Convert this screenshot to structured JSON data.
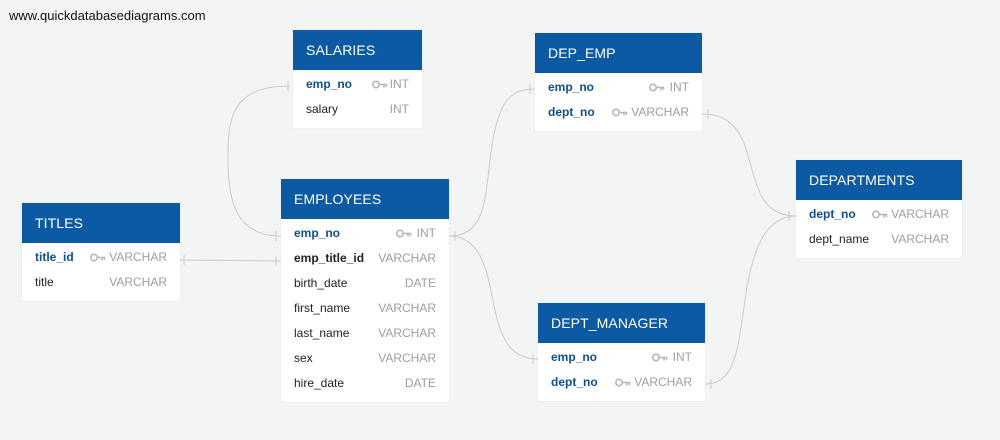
{
  "watermark": "www.quickdatabasediagrams.com",
  "tables": {
    "salaries": {
      "title": "SALARIES",
      "fields": [
        {
          "name": "emp_no",
          "type": "INT",
          "pk": true
        },
        {
          "name": "salary",
          "type": "INT"
        }
      ]
    },
    "dep_emp": {
      "title": "DEP_EMP",
      "fields": [
        {
          "name": "emp_no",
          "type": "INT",
          "pk": true
        },
        {
          "name": "dept_no",
          "type": "VARCHAR",
          "pk": true
        }
      ]
    },
    "titles": {
      "title": "TITLES",
      "fields": [
        {
          "name": "title_id",
          "type": "VARCHAR",
          "pk": true
        },
        {
          "name": "title",
          "type": "VARCHAR"
        }
      ]
    },
    "employees": {
      "title": "EMPLOYEES",
      "fields": [
        {
          "name": "emp_no",
          "type": "INT",
          "pk": true
        },
        {
          "name": "emp_title_id",
          "type": "VARCHAR"
        },
        {
          "name": "birth_date",
          "type": "DATE"
        },
        {
          "name": "first_name",
          "type": "VARCHAR"
        },
        {
          "name": "last_name",
          "type": "VARCHAR"
        },
        {
          "name": "sex",
          "type": "VARCHAR"
        },
        {
          "name": "hire_date",
          "type": "DATE"
        }
      ]
    },
    "departments": {
      "title": "DEPARTMENTS",
      "fields": [
        {
          "name": "dept_no",
          "type": "VARCHAR",
          "pk": true
        },
        {
          "name": "dept_name",
          "type": "VARCHAR"
        }
      ]
    },
    "dept_manager": {
      "title": "DEPT_MANAGER",
      "fields": [
        {
          "name": "emp_no",
          "type": "INT",
          "pk": true
        },
        {
          "name": "dept_no",
          "type": "VARCHAR",
          "pk": true
        }
      ]
    }
  },
  "colors": {
    "header": "#0b5aa3",
    "pk_text": "#0d4f91",
    "type_text": "#9a9fa3",
    "connector": "#c5c9cc",
    "background": "#f3f5f4"
  },
  "icons": {
    "primary_key": "key-icon"
  }
}
